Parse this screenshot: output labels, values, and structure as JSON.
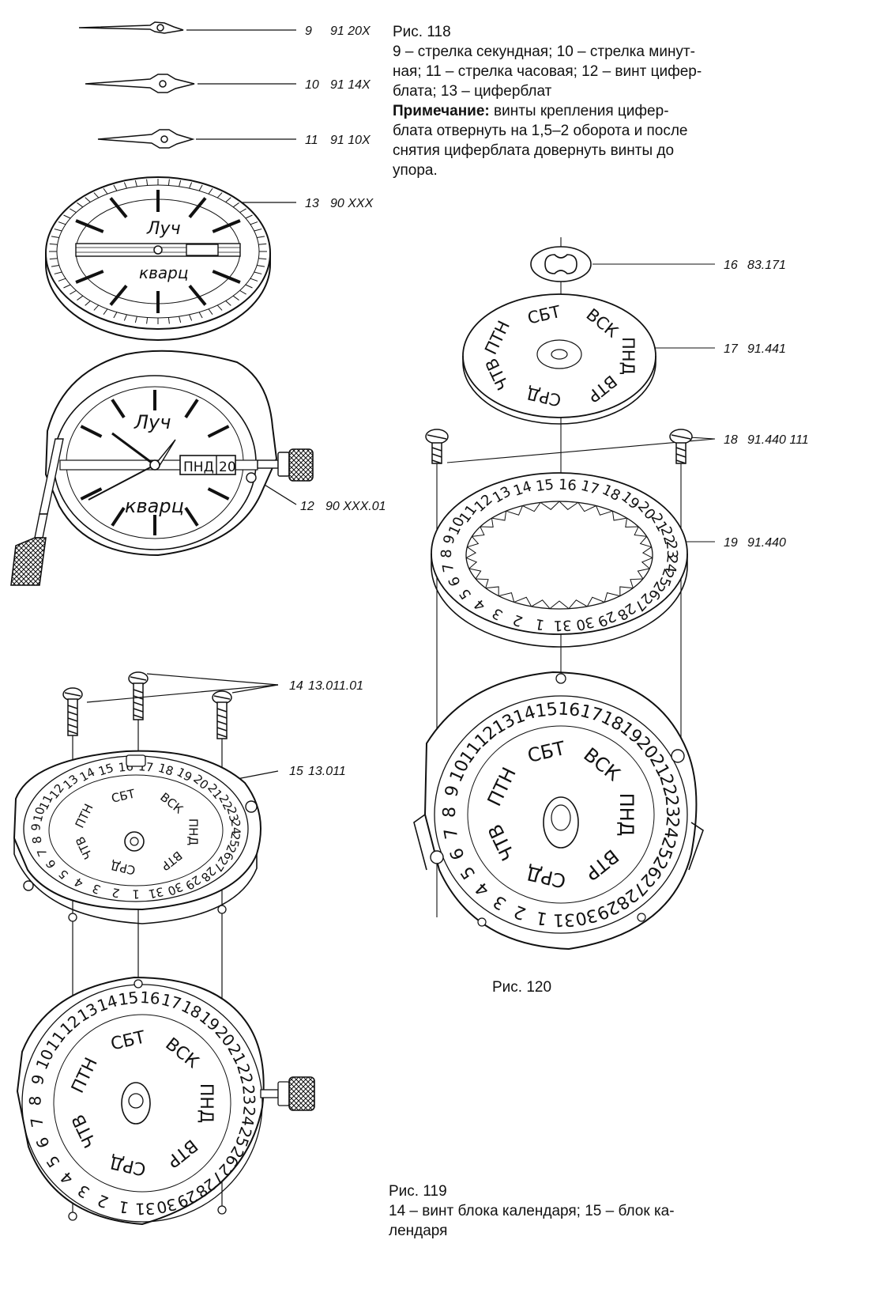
{
  "fig118": {
    "title": "Рис. 118",
    "lines": [
      "9 – стрелка секундная; 10 – стрелка минут-",
      "ная; 11 – стрелка часовая; 12 – винт цифер-",
      "блата; 13 – циферблат"
    ],
    "note_label": "Примечание:",
    "note_lines": [
      " винты крепления цифер-",
      "блата отвернуть на 1,5–2 оборота и после",
      "снятия циферблата довернуть винты до",
      "упора."
    ]
  },
  "fig119": {
    "title": "Рис. 119",
    "lines": [
      "14 – винт блока календаря; 15 – блок ка-",
      "лендаря"
    ],
    "bold_terms": [
      "блок ка-"
    ]
  },
  "fig120": {
    "title": "Рис. 120"
  },
  "callouts": [
    {
      "num": "9",
      "code": "91 20X"
    },
    {
      "num": "10",
      "code": "91 14X"
    },
    {
      "num": "11",
      "code": "91 10X"
    },
    {
      "num": "13",
      "code": "90 XXX"
    },
    {
      "num": "12",
      "code": "90 XXX.01"
    },
    {
      "num": "14",
      "code": "13.011.01"
    },
    {
      "num": "15",
      "code": "13.011"
    },
    {
      "num": "16",
      "code": "83.171"
    },
    {
      "num": "17",
      "code": "91.441"
    },
    {
      "num": "18",
      "code": "91.440 111"
    },
    {
      "num": "19",
      "code": "91.440"
    }
  ],
  "dial": {
    "brand_script": "Луч",
    "model_script": "кварц",
    "date_window_day": "ПНД",
    "date_window_num": "20"
  },
  "weekdays": [
    "ПНД",
    "ВТР",
    "СРД",
    "ЧТВ",
    "ПТН",
    "СБТ",
    "ВСК"
  ],
  "dates": [
    "1",
    "2",
    "3",
    "4",
    "5",
    "6",
    "7",
    "8",
    "9",
    "10",
    "11",
    "12",
    "13",
    "14",
    "15",
    "16",
    "17",
    "18",
    "19",
    "20",
    "21",
    "22",
    "23",
    "24",
    "25",
    "26",
    "27",
    "28",
    "29",
    "30",
    "31"
  ]
}
